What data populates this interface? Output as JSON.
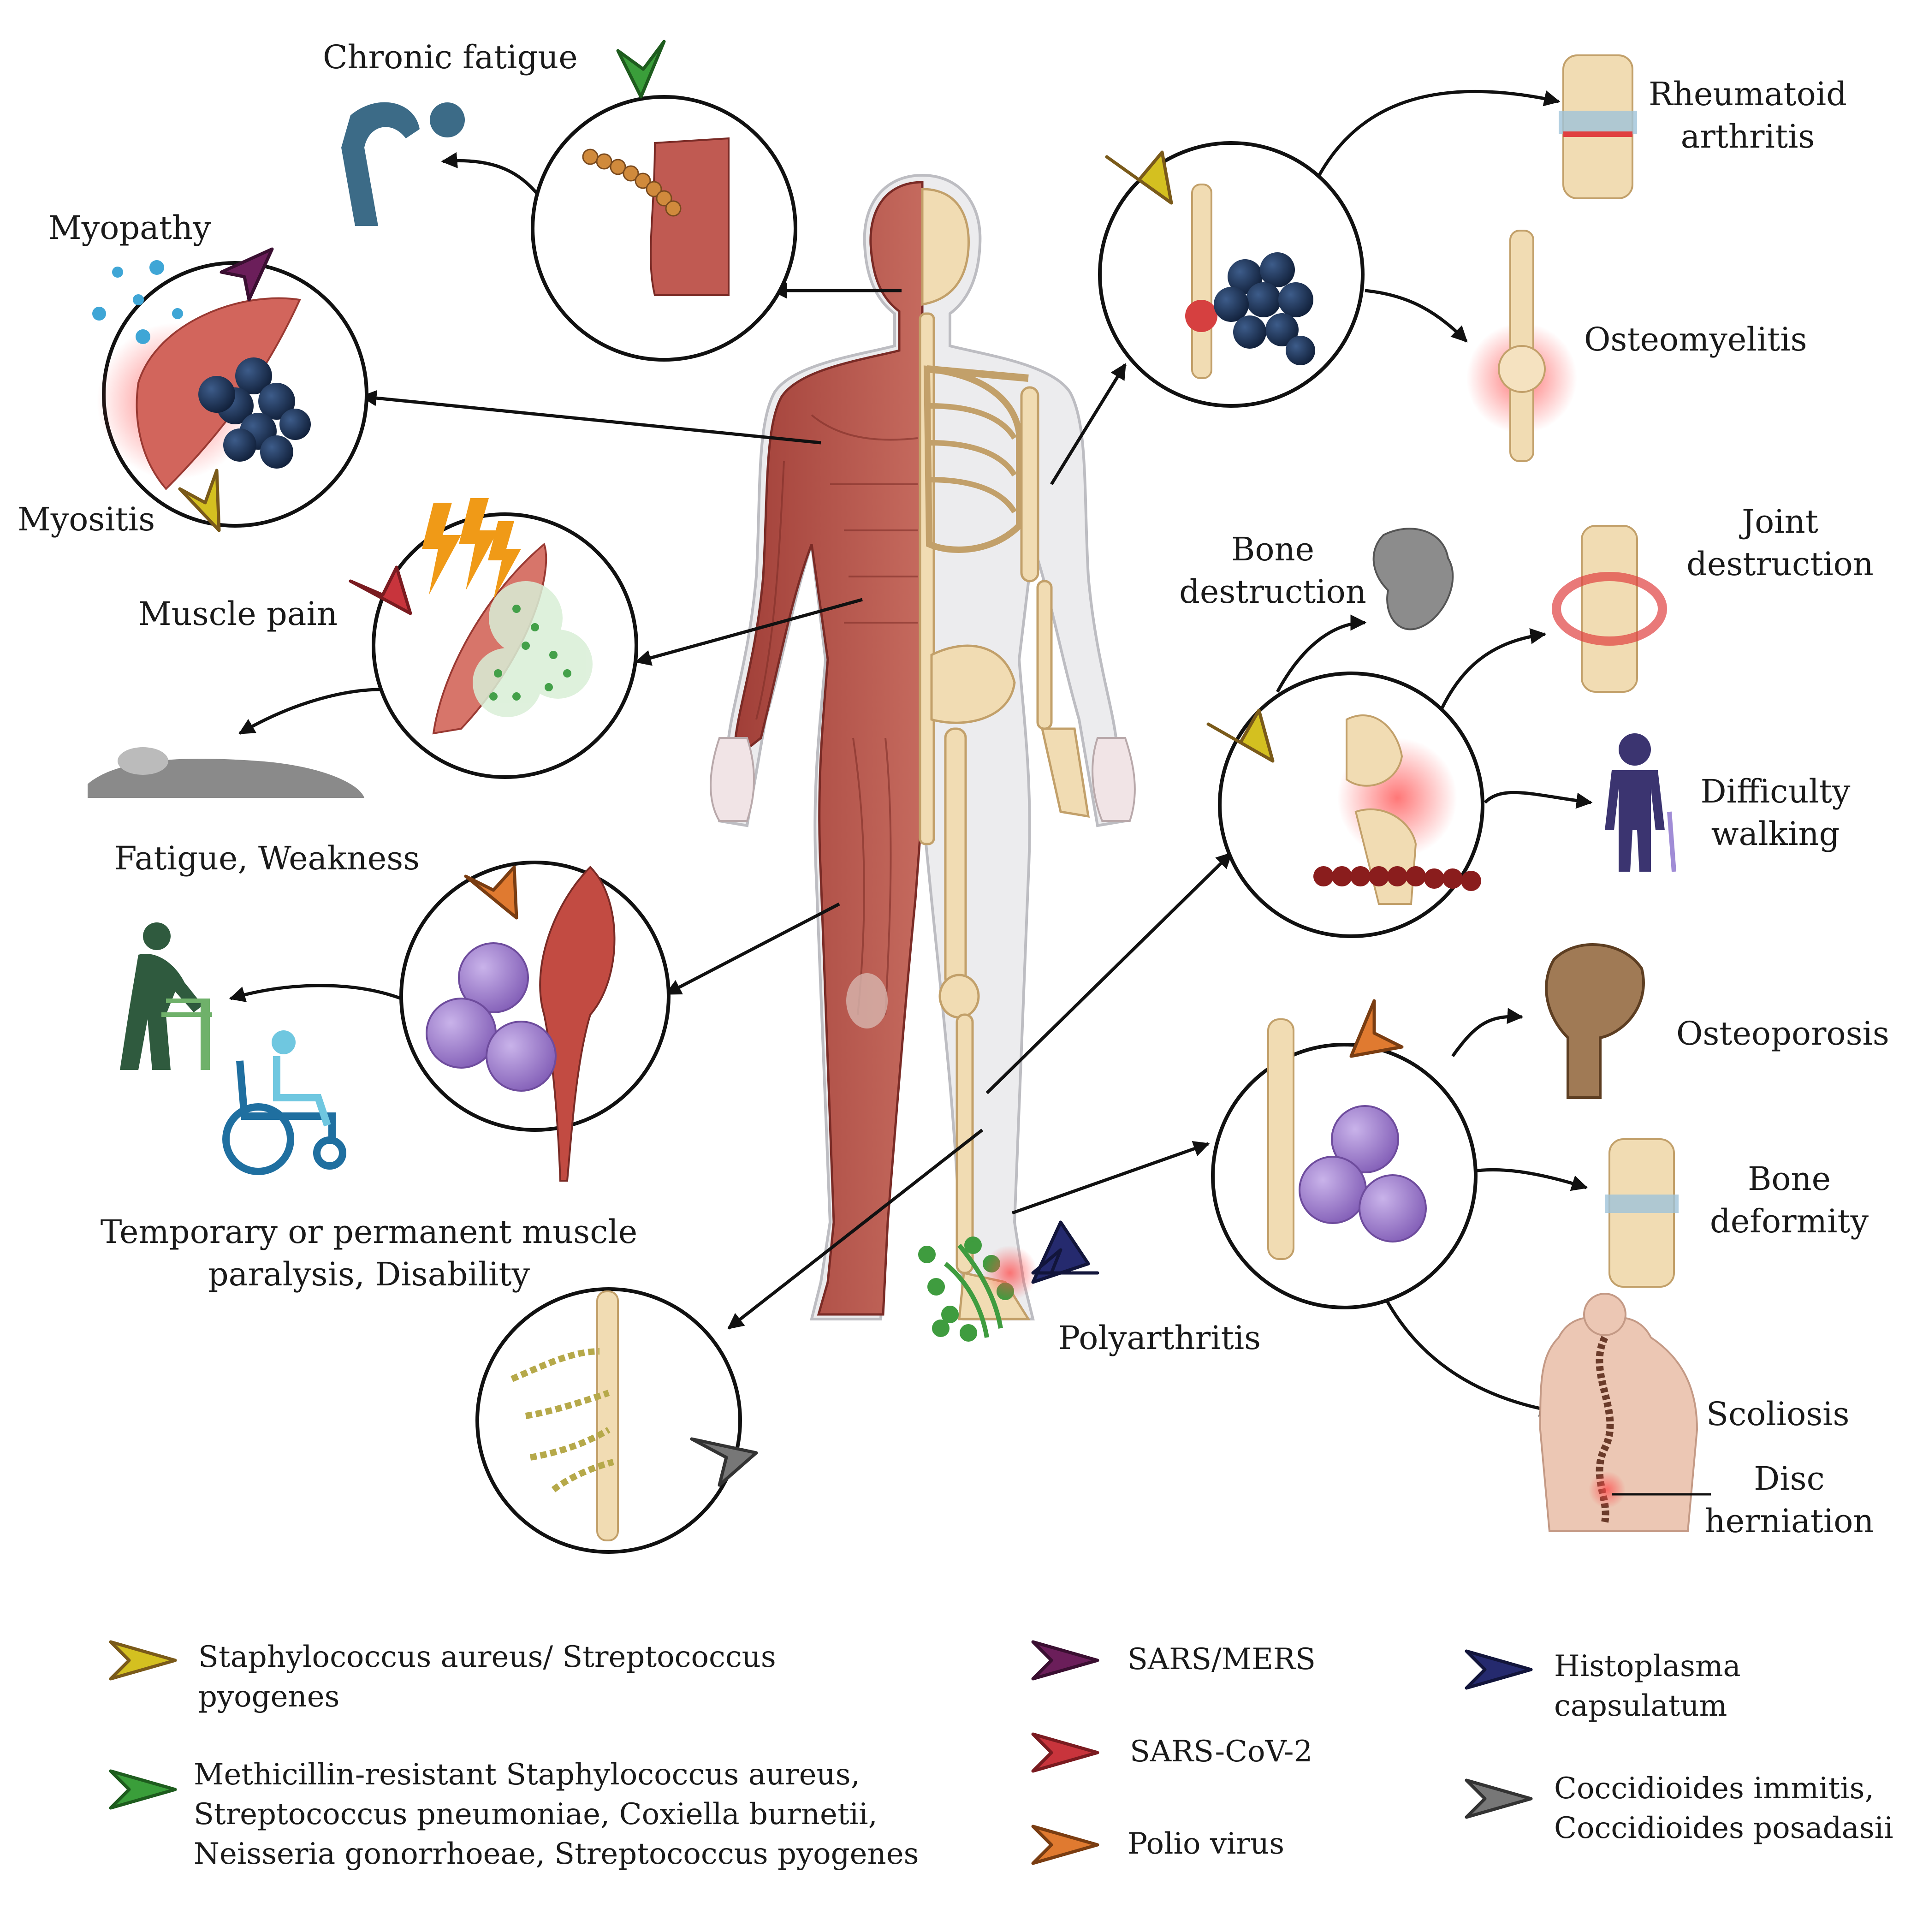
{
  "labels": {
    "chronic_fatigue": "Chronic fatigue",
    "myopathy": "Myopathy",
    "myositis": "Myositis",
    "muscle_pain": "Muscle pain",
    "fatigue_weakness": "Fatigue, Weakness",
    "paralysis_line1": "Temporary or permanent muscle",
    "paralysis_line2": "paralysis, Disability",
    "rheumatoid_line1": "Rheumatoid",
    "rheumatoid_line2": "arthritis",
    "osteomyelitis": "Osteomyelitis",
    "bone_destruction_line1": "Bone",
    "bone_destruction_line2": "destruction",
    "joint_destruction_line1": "Joint",
    "joint_destruction_line2": "destruction",
    "difficulty_walking_line1": "Difficulty",
    "difficulty_walking_line2": "walking",
    "osteoporosis": "Osteoporosis",
    "bone_deformity_line1": "Bone",
    "bone_deformity_line2": "deformity",
    "polyarthritis": "Polyarthritis",
    "scoliosis": "Scoliosis",
    "disc_herniation_line1": "Disc",
    "disc_herniation_line2": "herniation"
  },
  "legend": [
    {
      "color": "#d4c020",
      "lines": [
        "Staphylococcus aureus/ Streptococcus",
        "pyogenes"
      ]
    },
    {
      "color": "#3a9e3a",
      "lines": [
        "Methicillin-resistant Staphylococcus aureus,",
        "Streptococcus pneumoniae, Coxiella burnetii,",
        "Neisseria gonorrhoeae, Streptococcus pyogenes"
      ]
    },
    {
      "color": "#6b1e5a",
      "lines": [
        "SARS/MERS"
      ]
    },
    {
      "color": "#c8343c",
      "lines": [
        "SARS-CoV-2"
      ]
    },
    {
      "color": "#e07a30",
      "lines": [
        "Polio virus"
      ]
    },
    {
      "color": "#252a6e",
      "lines": [
        "Histoplasma",
        "capsulatum"
      ]
    },
    {
      "color": "#777777",
      "lines": [
        "Coccidioides immitis,",
        "Coccidioides posadasii"
      ]
    }
  ],
  "colors": {
    "muscle": "#b5504a",
    "bone": "#f1dcb3",
    "staph_cocci": "#1e3355",
    "polio_virus": "#a78bd0",
    "sars_cov2_virus": "#43a049",
    "strep_chain": "#d08a3c",
    "arrow": "#111111"
  }
}
